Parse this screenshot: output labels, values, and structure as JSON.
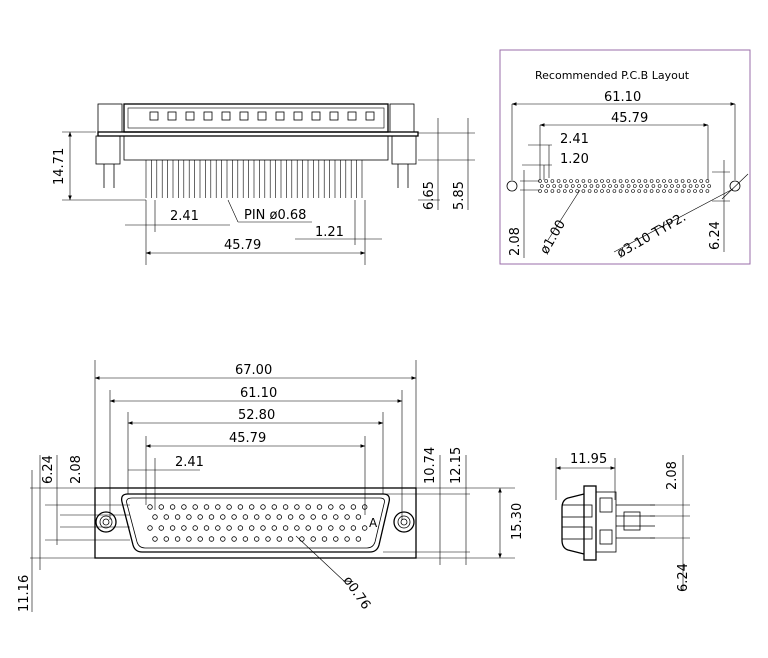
{
  "side_view": {
    "height": "14.71",
    "pitch": "2.41",
    "pin_dia": "PIN  ø0.68",
    "row_offset": "1.21",
    "pin_span": "45.79",
    "tail_a": "6.65",
    "tail_b": "5.85"
  },
  "pcb_layout": {
    "title": "Recommended  P.C.B  Layout",
    "mount_span": "61.10",
    "pin_span": "45.79",
    "pitch": "2.41",
    "half_pitch": "1.20",
    "row_gap": "2.08",
    "hole_dia": "ø1.00",
    "mount_hole": "ø3.10  TYP2.",
    "row_height": "6.24"
  },
  "front_view": {
    "overall": "67.00",
    "mount_span": "61.10",
    "shell": "52.80",
    "pin_span": "45.79",
    "pitch": "2.41",
    "h1": "10.74",
    "h2": "12.15",
    "h3": "15.30",
    "row_gap": "2.08",
    "row_height": "6.24",
    "bottom": "11.16",
    "pin_dia": "ø0.76",
    "pin_a": "A"
  },
  "end_view": {
    "depth": "11.95",
    "row_gap": "2.08",
    "row_height": "6.24"
  }
}
